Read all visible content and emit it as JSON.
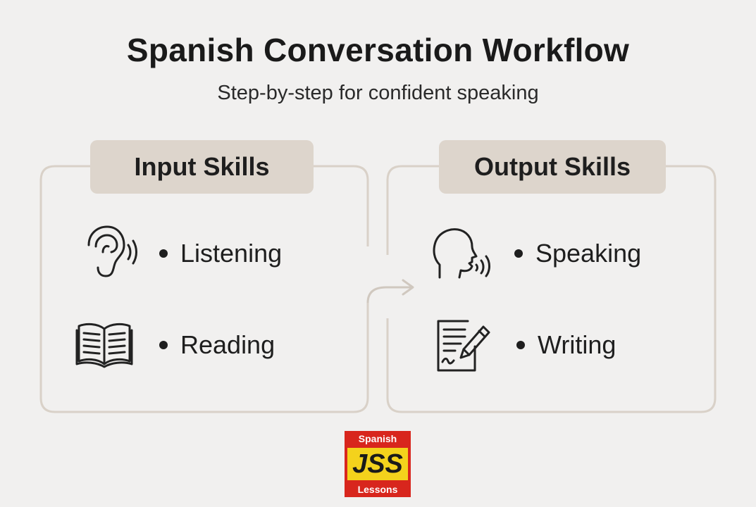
{
  "header": {
    "title": "Spanish Conversation Workflow",
    "subtitle": "Step-by-step for confident speaking"
  },
  "panels": {
    "input": {
      "heading": "Input Skills",
      "items": [
        {
          "label": "Listening",
          "icon": "ear-icon"
        },
        {
          "label": "Reading",
          "icon": "open-book-icon"
        }
      ]
    },
    "output": {
      "heading": "Output Skills",
      "items": [
        {
          "label": "Speaking",
          "icon": "speaking-head-icon"
        },
        {
          "label": "Writing",
          "icon": "document-pencil-icon"
        }
      ]
    }
  },
  "logo": {
    "top_text": "Spanish",
    "middle_text": "JSS",
    "bottom_text": "Lessons",
    "colors": {
      "frame": "#d8261d",
      "center": "#f4d21c"
    }
  },
  "colors": {
    "background": "#f1f0ef",
    "panel_border": "#d9d1c8",
    "heading_pill": "#ddd5cc",
    "arrow": "#d0c8bf"
  }
}
